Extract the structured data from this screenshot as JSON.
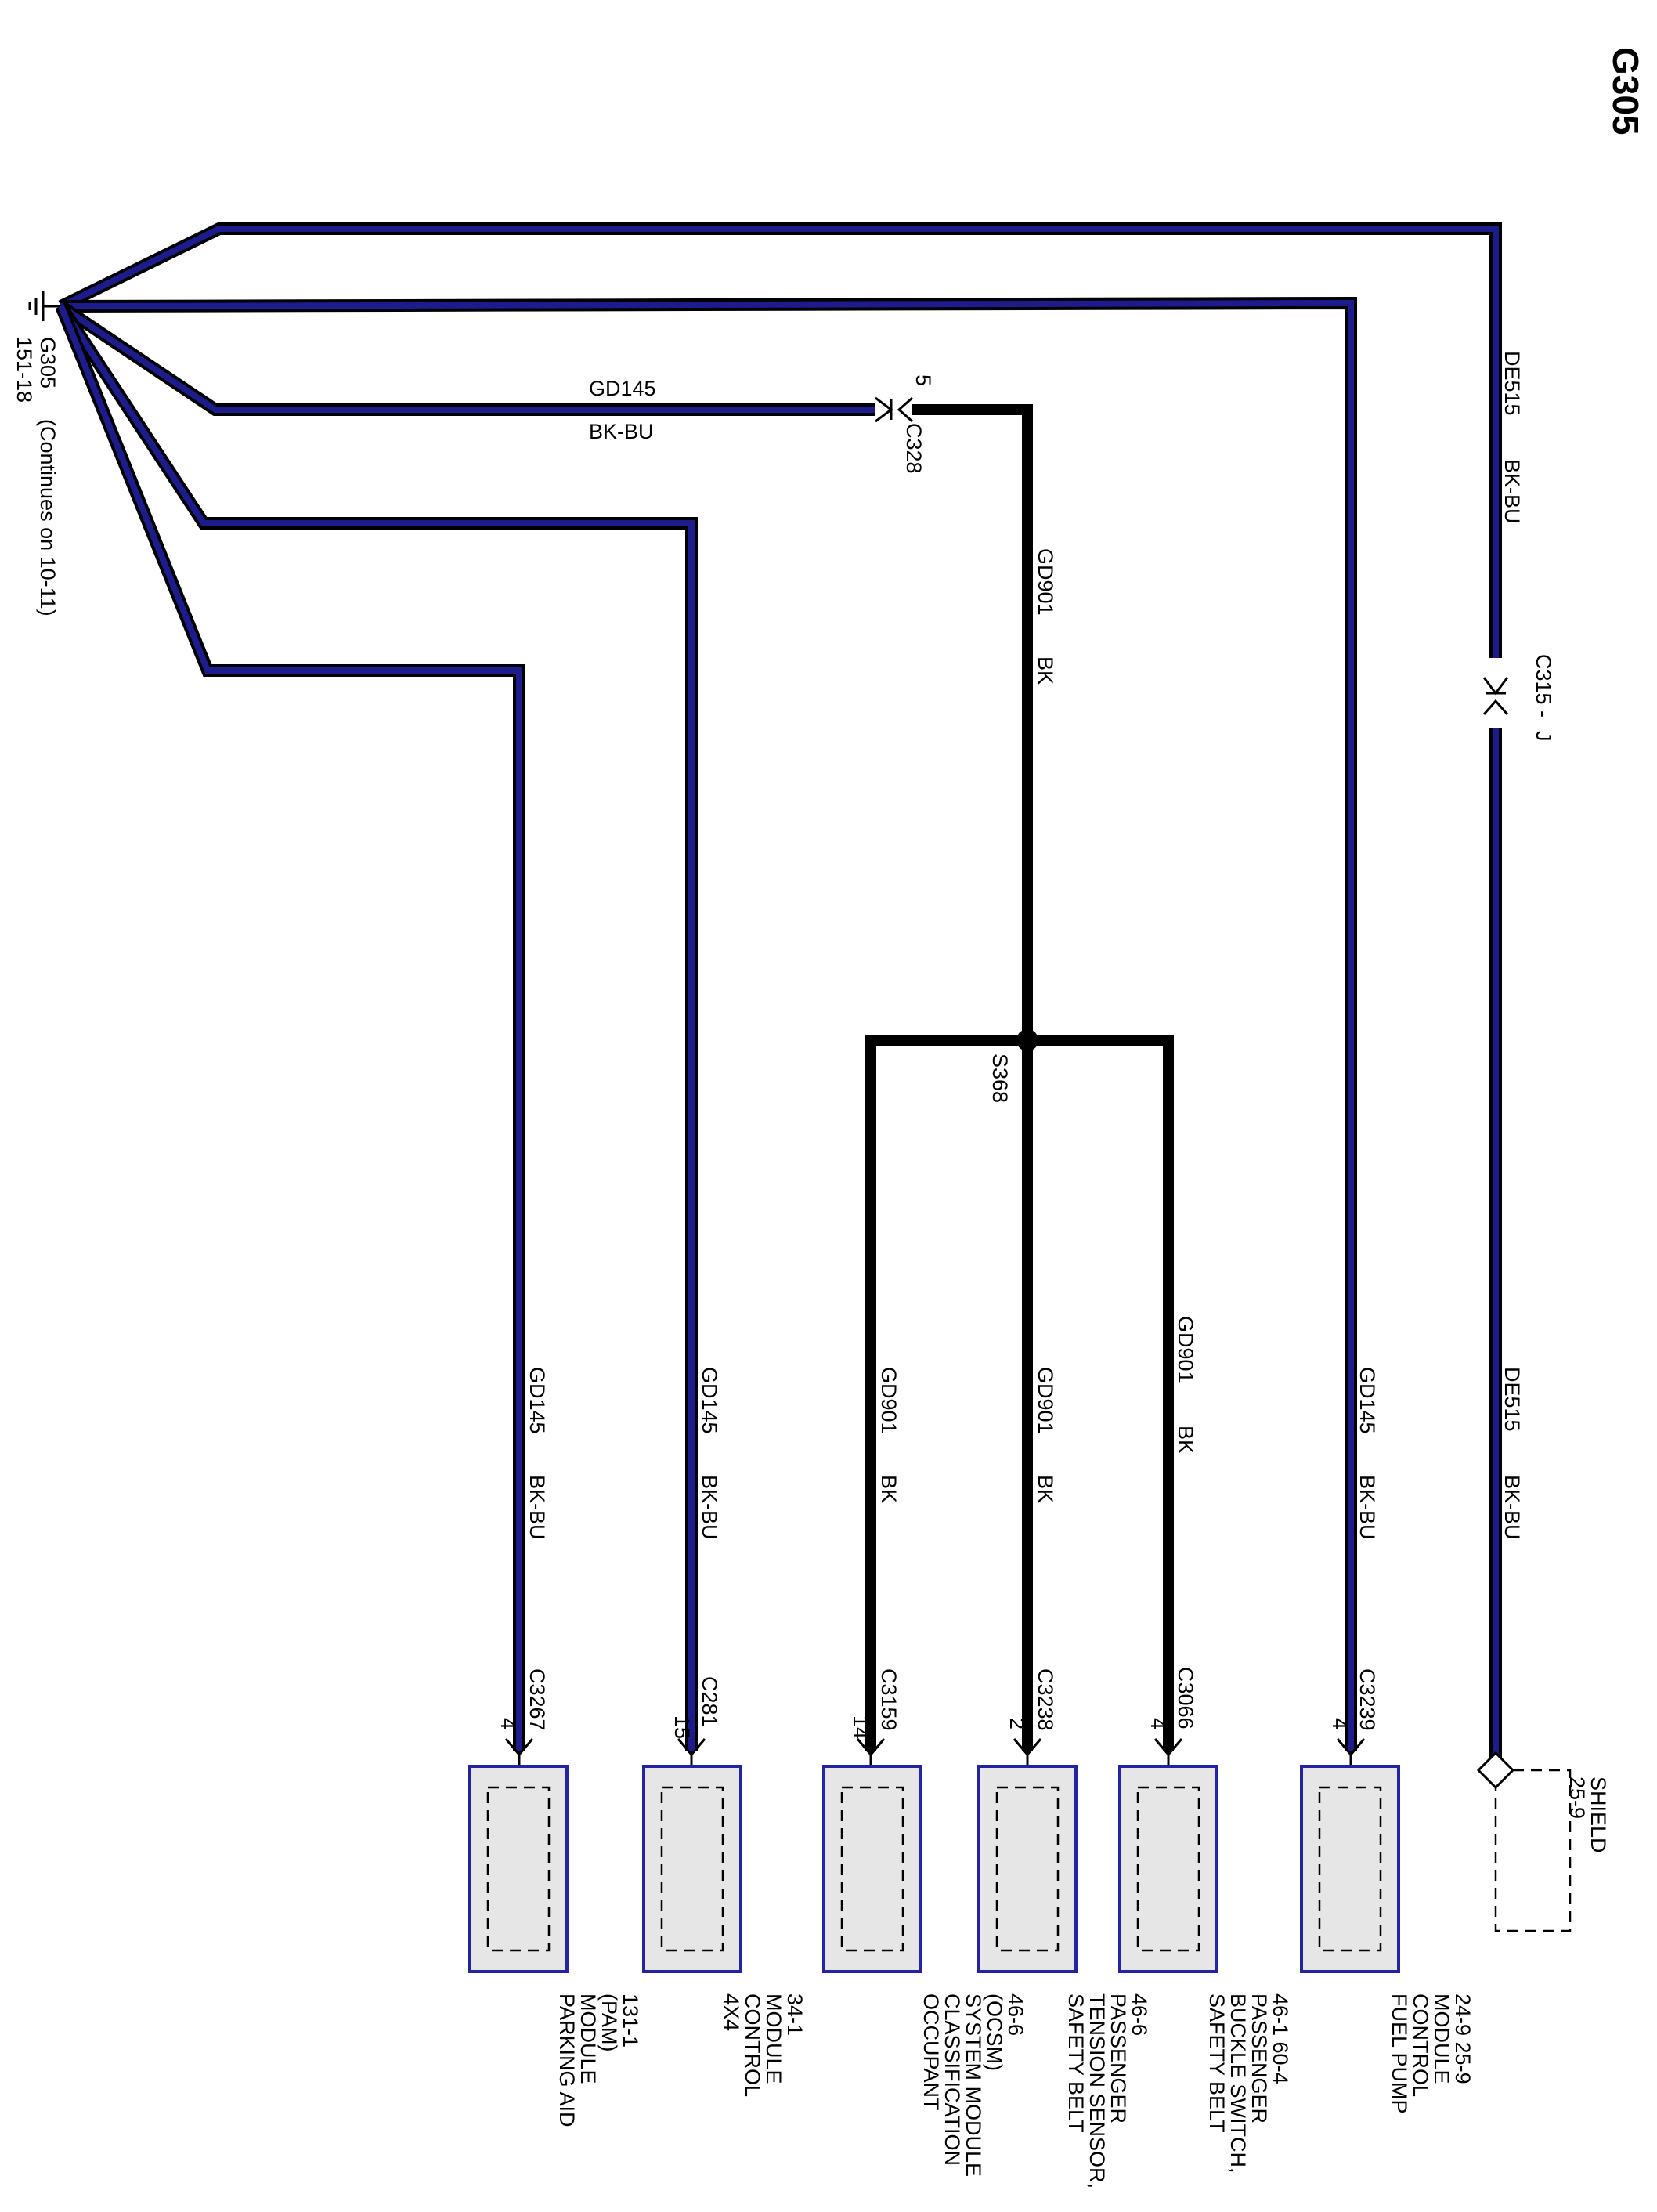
{
  "title": "G305",
  "ground": {
    "name": "G305",
    "ref": "151-18",
    "note": "(Continues on 10-11)"
  },
  "connectors": {
    "c328": {
      "name": "C328",
      "pin": "5"
    },
    "c315": {
      "name": "C315",
      "pin": "J"
    },
    "s368": {
      "name": "S368"
    }
  },
  "wires": {
    "top_1": {
      "circuit": "GD145",
      "color": "BK-BU"
    },
    "de515_upper": {
      "circuit": "DE515",
      "color": "BK-BU"
    },
    "gd901_upper": {
      "circuit": "GD901",
      "color": "BK"
    }
  },
  "branches": [
    {
      "id": "shield",
      "circuit": "DE515",
      "color": "BK-BU",
      "connector": "",
      "pin": "",
      "module": [
        "SHIELD",
        "25-9"
      ]
    },
    {
      "id": "fpcm",
      "circuit": "GD145",
      "color": "BK-BU",
      "connector": "C3239",
      "pin": "4",
      "module": [
        "FUEL PUMP",
        "CONTROL",
        "MODULE",
        "24-9   25-9"
      ]
    },
    {
      "id": "buckle",
      "circuit": "GD901",
      "color": "BK",
      "connector": "C3066",
      "pin": "4",
      "module": [
        "SAFETY BELT",
        "BUCKLE SWITCH,",
        "PASSENGER",
        "46-1    60-4"
      ]
    },
    {
      "id": "tension",
      "circuit": "GD901",
      "color": "BK",
      "connector": "C3238",
      "pin": "2",
      "module": [
        "SAFETY BELT",
        "TENSION SENSOR,",
        "PASSENGER",
        "46-6"
      ]
    },
    {
      "id": "ocsm",
      "circuit": "GD901",
      "color": "BK",
      "connector": "C3159",
      "pin": "14",
      "module": [
        "OCCUPANT",
        "CLASSIFICATION",
        "SYSTEM MODULE",
        "(OCSM)",
        "46-6"
      ]
    },
    {
      "id": "4x4",
      "circuit": "GD145",
      "color": "BK-BU",
      "connector": "C281",
      "pin": "15",
      "module": [
        "4X4",
        "CONTROL",
        "MODULE",
        "34-1"
      ]
    },
    {
      "id": "pam",
      "circuit": "GD145",
      "color": "BK-BU",
      "connector": "C3267",
      "pin": "4",
      "module": [
        "PARKING AID",
        "MODULE",
        "(PAM)",
        "131-1"
      ]
    }
  ],
  "colors": {
    "wire_blue": "#1c1c8c",
    "wire_black": "#000000",
    "module_border": "#2424a0",
    "module_fill": "#e6e6e6"
  }
}
